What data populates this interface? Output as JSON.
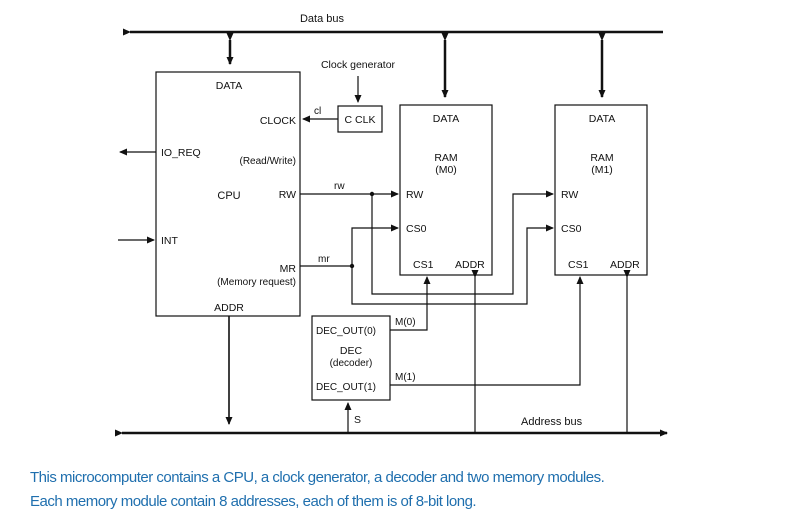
{
  "colors": {
    "ink": "#111111",
    "caption": "#1f6fae",
    "background": "#ffffff"
  },
  "buses": {
    "data_bus": "Data bus",
    "address_bus": "Address bus"
  },
  "clock": {
    "generator_label": "Clock generator",
    "block_label": "C CLK",
    "signal": "cl"
  },
  "cpu": {
    "data": "DATA",
    "clock": "CLOCK",
    "io_req": "IO_REQ",
    "read_write": "(Read/Write)",
    "name": "CPU",
    "rw": "RW",
    "int": "INT",
    "mr": "MR",
    "memory_request": "(Memory request)",
    "addr": "ADDR"
  },
  "signals": {
    "rw": "rw",
    "mr": "mr",
    "m0": "M(0)",
    "m1": "M(1)",
    "s": "S"
  },
  "ram0": {
    "data": "DATA",
    "name": "RAM",
    "sub": "(M0)",
    "rw": "RW",
    "cs0": "CS0",
    "cs1": "CS1",
    "addr": "ADDR"
  },
  "ram1": {
    "data": "DATA",
    "name": "RAM",
    "sub": "(M1)",
    "rw": "RW",
    "cs0": "CS0",
    "cs1": "CS1",
    "addr": "ADDR"
  },
  "decoder": {
    "out0": "DEC_OUT(0)",
    "name": "DEC",
    "sub": "(decoder)",
    "out1": "DEC_OUT(1)"
  },
  "caption": {
    "line1": "This microcomputer contains a CPU, a clock generator, a decoder and two memory modules.",
    "line2": "Each memory module contain 8 addresses, each of them is of 8-bit long."
  }
}
